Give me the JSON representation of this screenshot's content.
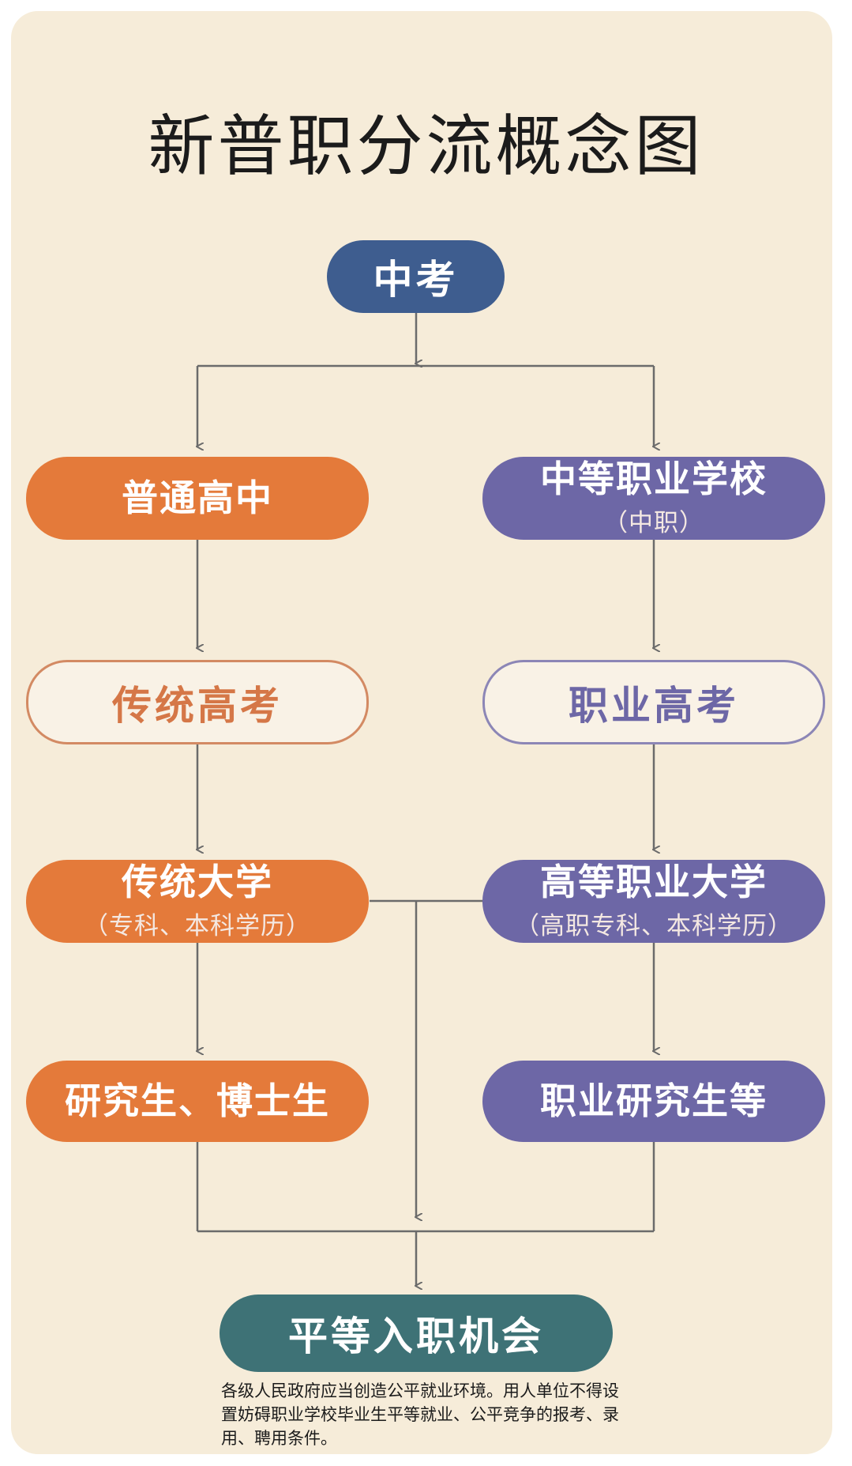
{
  "title": "新普职分流概念图",
  "nodes": {
    "zhongkao": "中考",
    "general_high_school": "普通高中",
    "vocational_school": "中等职业学校",
    "vocational_school_abbr": "（中职）",
    "traditional_exam": "传统高考",
    "vocational_exam": "职业高考",
    "traditional_university": "传统大学",
    "traditional_university_note": "（专科、本科学历）",
    "vocational_university": "高等职业大学",
    "vocational_university_note": "（高职专科、本科学历）",
    "graduate_doctoral": "研究生、博士生",
    "vocational_graduate": "职业研究生等",
    "equal_employment": "平等入职机会"
  },
  "footnote": "各级人民政府应当创造公平就业环境。用人单位不得设置妨碍职业学校毕业生平等就业、公平竞争的报考、录用、聘用条件。",
  "colors": {
    "background": "#f6ecd9",
    "blue": "#3e5d8f",
    "orange": "#e47a3a",
    "purple": "#6d67a6",
    "teal": "#3e7276",
    "line": "#6b6b6b"
  }
}
